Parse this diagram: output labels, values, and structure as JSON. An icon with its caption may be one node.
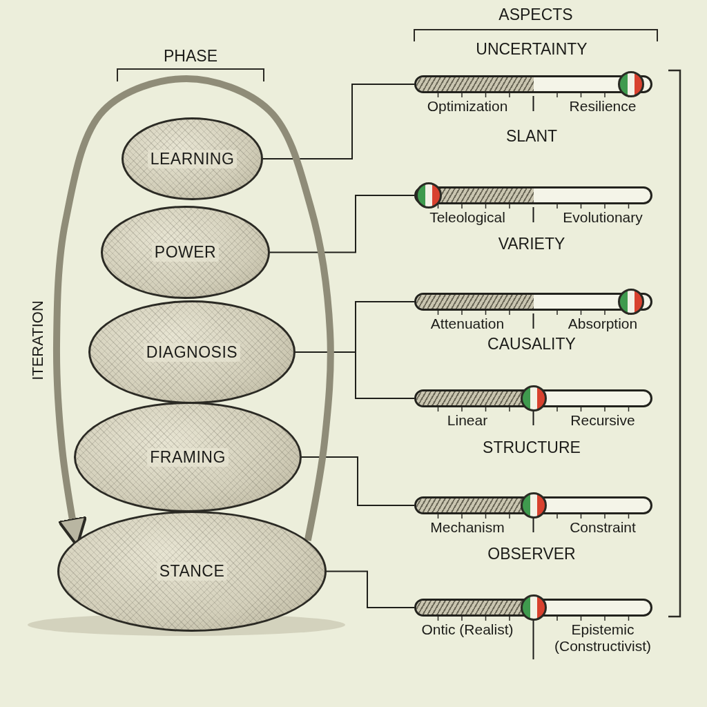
{
  "diagram": {
    "nodes": [
      {
        "text": [
          "LEARNING"
        ]
      },
      {
        "text": [
          "POWER"
        ]
      },
      {
        "text": [
          "DIAGNOSIS"
        ]
      },
      {
        "text": [
          "FRAMING"
        ]
      },
      {
        "text": [
          "STANCE"
        ]
      },
      {
        "text": [
          "UNCERTAINTY",
          "Optimization",
          "Resilience"
        ]
      },
      {
        "text": [
          "SLANT",
          "Teleological",
          "Evolutionary"
        ]
      },
      {
        "text": [
          "VARIETY",
          "Attenuation",
          "Absorption"
        ]
      },
      {
        "text": [
          "CAUSALITY",
          "Linear",
          "Recursive"
        ]
      },
      {
        "text": [
          "STRUCTURE",
          "Mechanism",
          "Constraint"
        ]
      },
      {
        "text": [
          "OBSERVER",
          "Ontic (Realist)",
          "Epistemic (Constructivist)"
        ]
      }
    ],
    "edges": [
      {
        "from": 0,
        "to": 5,
        "arrow": "none"
      },
      {
        "from": 1,
        "to": 6,
        "arrow": "none"
      },
      {
        "from": 2,
        "to": 7,
        "arrow": "none"
      },
      {
        "from": 2,
        "to": 8,
        "arrow": "none"
      },
      {
        "from": 3,
        "to": 9,
        "arrow": "none"
      },
      {
        "from": 4,
        "to": 10,
        "arrow": "none"
      },
      {
        "from": 4,
        "to": 4,
        "arrow": "to",
        "label": "ITERATION",
        "style": "thick",
        "color": "#8f8c78"
      }
    ],
    "labels": [
      "ASPECTS",
      "PHASE"
    ]
  }
}
